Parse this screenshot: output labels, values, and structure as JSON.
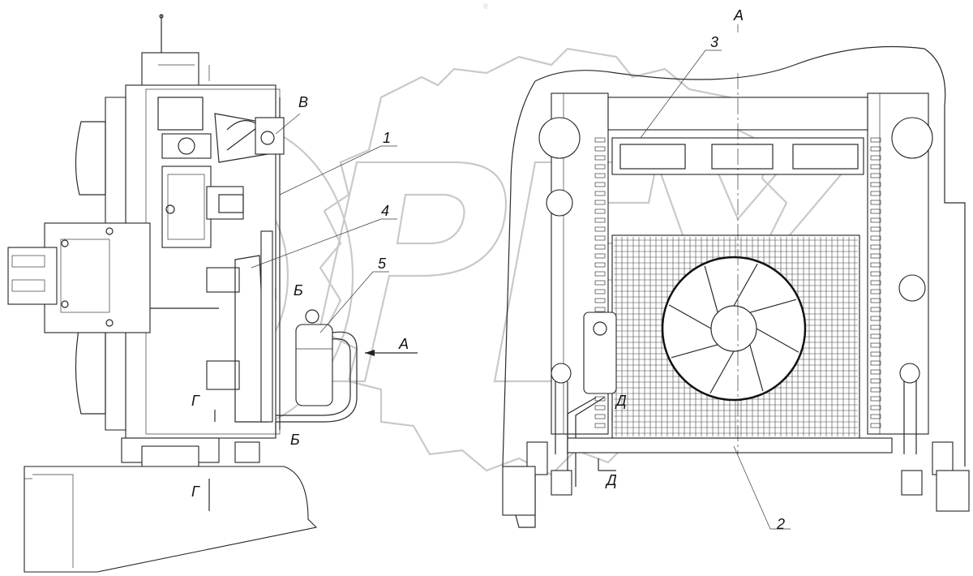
{
  "watermark": {
    "text": "ОРЕХ",
    "color": "#c9c9c9"
  },
  "top_mark": "ⓒ",
  "callouts": {
    "view_a_title": "А",
    "label_1": "1",
    "label_2": "2",
    "label_3": "3",
    "label_4": "4",
    "label_5": "5",
    "label_v": "В",
    "label_b_top": "Б",
    "label_b_bottom": "Б",
    "label_g_top": "Г",
    "label_g_bottom": "Г",
    "label_d": "Д",
    "label_d_left": "Д",
    "arrow_a": "А"
  },
  "colors": {
    "line": "#2a2a2a",
    "background": "#ffffff"
  }
}
